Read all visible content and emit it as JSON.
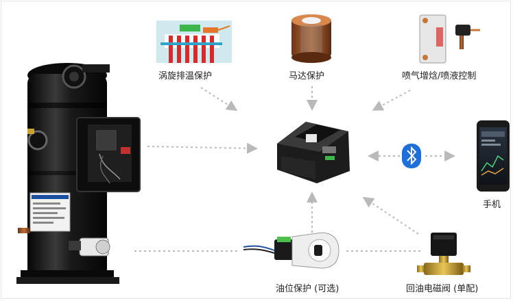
{
  "labels": {
    "scroll_temp": "涡旋排温保护",
    "motor": "马达保护",
    "vapor_injection": "喷气增焓/喷液控制",
    "phone": "手机",
    "oil_level": "油位保护 (可选)",
    "oil_valve": "回油电磁阀 (单配)"
  },
  "colors": {
    "arrow": "#b9b9b9",
    "bluetooth": "#1e6fd9",
    "compressor_body": "#151515"
  },
  "icons": [
    "bluetooth-icon"
  ]
}
